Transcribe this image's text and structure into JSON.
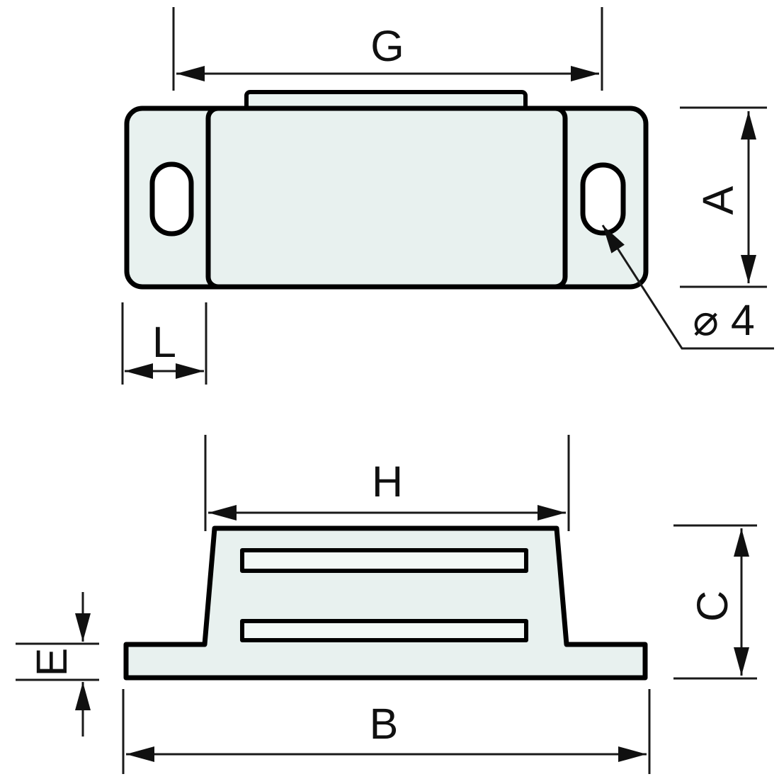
{
  "drawing": {
    "kind": "technical-drawing-magnetic-catch",
    "views": {
      "top_view": {
        "dim_hole_spacing": "G",
        "dim_depth": "A",
        "dim_tab_width": "L",
        "hole_callout": "⌀ 4"
      },
      "front_view": {
        "dim_body_width": "H",
        "dim_overall_width": "B",
        "dim_height": "C",
        "dim_base_thickness": "E"
      }
    },
    "colors": {
      "outline": "#000000",
      "part_fill": "#e8f1ef",
      "tab_fill": "#eaf3f1",
      "slot_fill": "#f2f8f6",
      "hole_fill": "#ffffff",
      "background": "#ffffff",
      "dimension_lines": "#1a1a1a"
    }
  }
}
